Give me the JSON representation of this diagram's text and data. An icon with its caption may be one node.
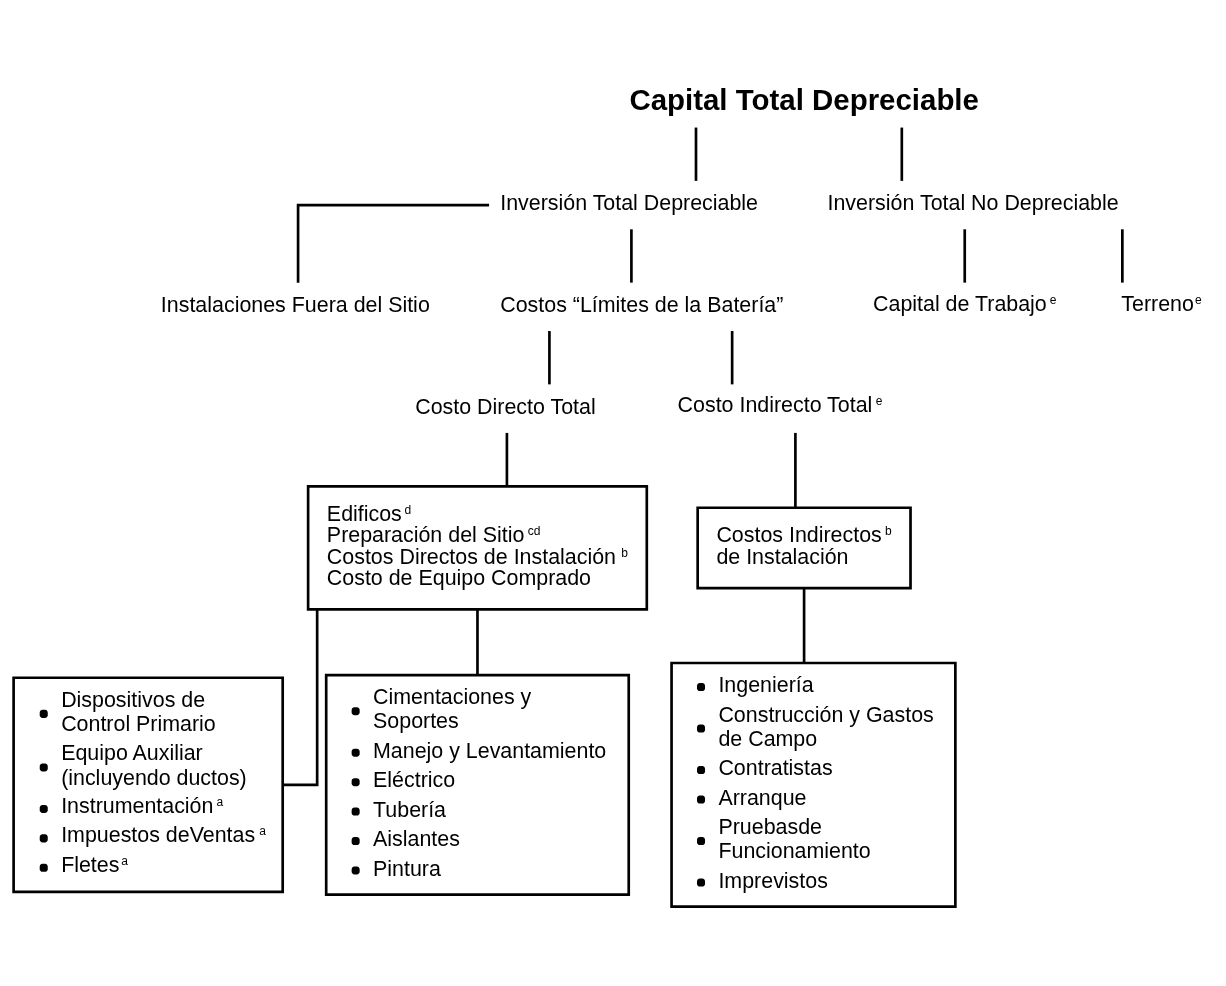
{
  "diagram": {
    "nodes": [
      {
        "text": [
          "Capital Total Depreciable"
        ]
      },
      {
        "text": [
          "Inversión Total Depreciable"
        ]
      },
      {
        "text": [
          "Inversión Total No Depreciable"
        ]
      },
      {
        "text": [
          "Instalaciones Fuera del Sitio"
        ]
      },
      {
        "text": [
          "Costos “Límites de la Batería”"
        ]
      },
      {
        "text": [
          "Capital de Trabajo$^{e}$"
        ]
      },
      {
        "text": [
          "Terreno$^{e}$"
        ]
      },
      {
        "text": [
          "Costo Directo Total"
        ]
      },
      {
        "text": [
          "Costo Indirecto Total$^{e}$"
        ]
      },
      {
        "text": [
          "Edificos$^{d}$",
          "Preparación del Sitio$^{cd}$",
          "Costos Directos de Instalación$^{b}$",
          "Costo de Equipo Comprado"
        ]
      },
      {
        "text": [
          "Costos Indirectos$^{b}$ de Instalación"
        ]
      },
      {
        "text": [
          "Dispositivos de Control Primario",
          "Equipo Auxiliar (incluyendo ductos)",
          "Instrumentación$^{a}$",
          "Impuestos deVentas$^{a}$",
          "Fletes$^{a}$"
        ]
      },
      {
        "text": [
          "Cimentaciones y Soportes",
          "Manejo y Levantamiento",
          "Eléctrico",
          "Tubería",
          "Aislantes",
          "Pintura"
        ]
      },
      {
        "text": [
          "Ingeniería",
          "Construcción y Gastos de Campo",
          "Contratistas",
          "Arranque",
          "Pruebasde Funcionamiento",
          "Imprevistos"
        ]
      }
    ],
    "edges": [
      {
        "from": 0,
        "to": 1,
        "arrow": "none"
      },
      {
        "from": 0,
        "to": 2,
        "arrow": "none"
      },
      {
        "from": 1,
        "to": 3,
        "arrow": "none"
      },
      {
        "from": 1,
        "to": 4,
        "arrow": "none"
      },
      {
        "from": 2,
        "to": 5,
        "arrow": "none"
      },
      {
        "from": 2,
        "to": 6,
        "arrow": "none"
      },
      {
        "from": 4,
        "to": 7,
        "arrow": "none"
      },
      {
        "from": 4,
        "to": 8,
        "arrow": "none"
      },
      {
        "from": 7,
        "to": 9,
        "arrow": "none"
      },
      {
        "from": 8,
        "to": 10,
        "arrow": "none"
      },
      {
        "from": 9,
        "to": 11,
        "arrow": "none"
      },
      {
        "from": 9,
        "to": 12,
        "arrow": "none"
      },
      {
        "from": 10,
        "to": 13,
        "arrow": "none"
      }
    ]
  }
}
